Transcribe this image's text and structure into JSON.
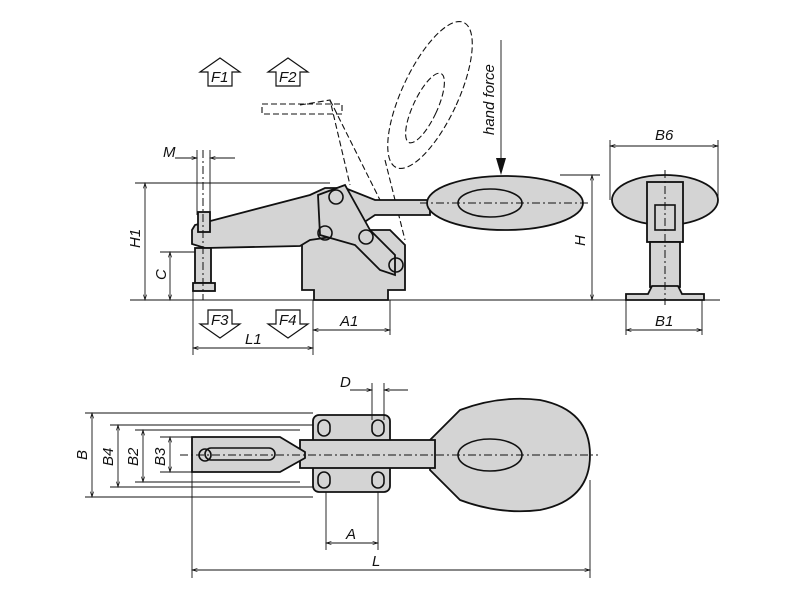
{
  "drawing": {
    "forces": {
      "f1": "F1",
      "f2": "F2",
      "f3": "F3",
      "f4": "F4",
      "hand_force": "hand force"
    },
    "side_view": {
      "m": "M",
      "h1": "H1",
      "c": "C",
      "h": "H",
      "a1": "A1",
      "l1": "L1"
    },
    "end_view": {
      "b6": "B6",
      "b1": "B1"
    },
    "top_view": {
      "d": "D",
      "b": "B",
      "b4": "B4",
      "b2": "B2",
      "b3": "B3",
      "a": "A",
      "l": "L"
    }
  }
}
